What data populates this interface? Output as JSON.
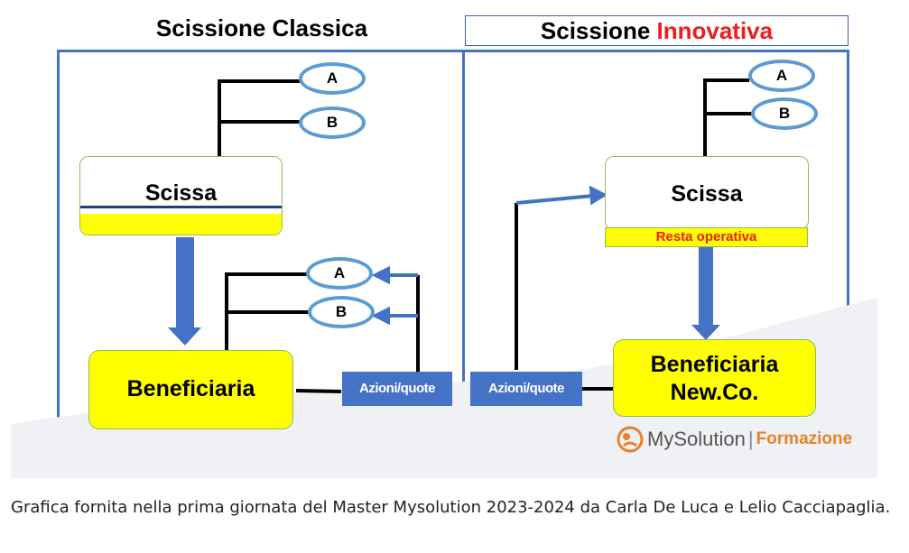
{
  "diagram": {
    "left": {
      "title": "Scissione Classica",
      "shareholders_top": [
        "A",
        "B"
      ],
      "scissa_label": "Scissa",
      "shareholders_bottom": [
        "A",
        "B"
      ],
      "beneficiaria_label": "Beneficiaria",
      "shares_label": "Azioni/quote"
    },
    "right": {
      "title_prefix": "Scissione ",
      "title_accent": "Innovativa",
      "shareholders_top": [
        "A",
        "B"
      ],
      "scissa_label": "Scissa",
      "status_label": "Resta operativa",
      "shares_label": "Azioni/quote",
      "beneficiaria_line1": "Beneficiaria",
      "beneficiaria_line2": "New.Co."
    },
    "logo": {
      "name": "MySolution",
      "separator": "|",
      "sub": "Formazione"
    },
    "colors": {
      "panel_border": "#4472c4",
      "arrow": "#4472c4",
      "oval_border": "#5b9bd5",
      "yellow": "#ffff00",
      "accent_red": "#ee1c1c",
      "logo_orange": "#e8822a"
    }
  },
  "caption": "Grafica fornita nella prima giornata del Master Mysolution 2023-2024 da Carla De Luca e Lelio Cacciapaglia."
}
